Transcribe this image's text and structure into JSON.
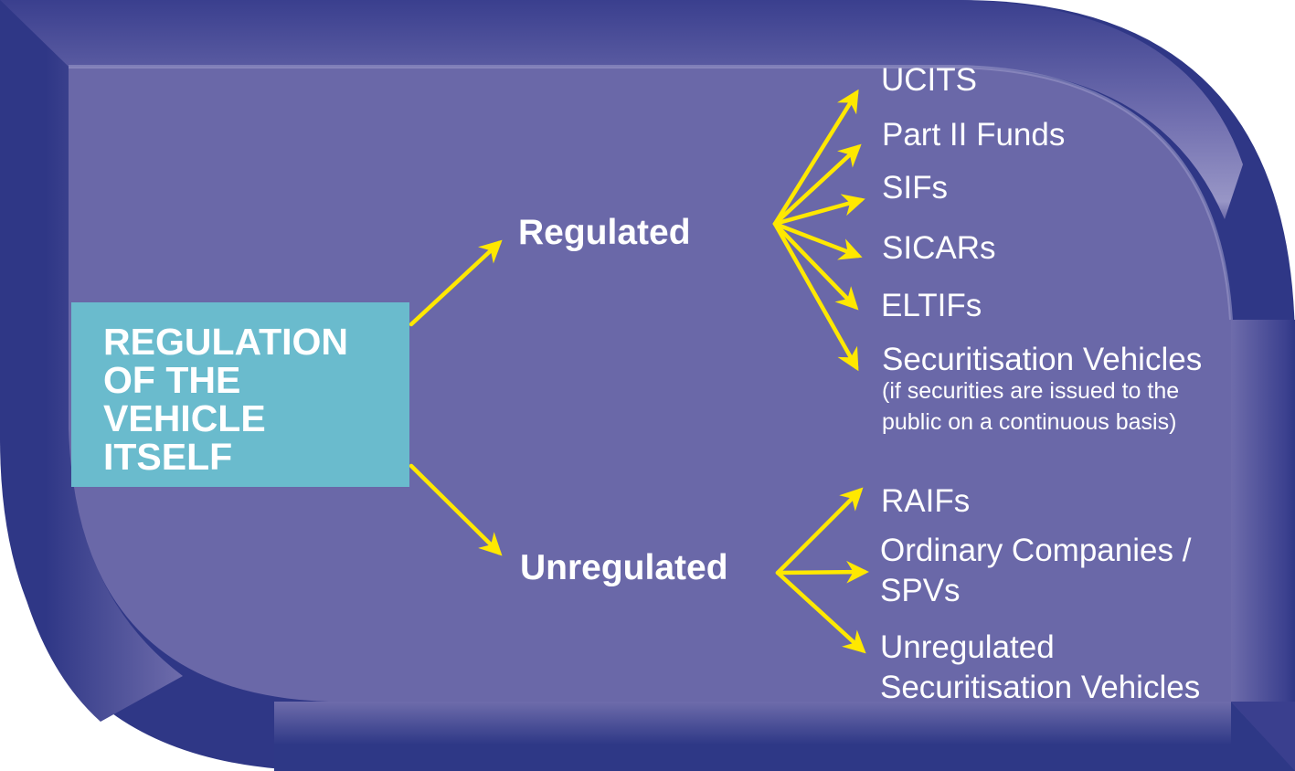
{
  "colors": {
    "outer_frame": "#2f3786",
    "panel": "#6a68a8",
    "bevel_highlight": "#9a98c8",
    "root_box": "#6abbcd",
    "arrow": "#ffe800",
    "text": "#ffffff"
  },
  "root": {
    "title": "REGULATION\nOF THE\nVEHICLE\nITSELF"
  },
  "branches": [
    {
      "label": "Regulated",
      "items": [
        {
          "label": "UCITS"
        },
        {
          "label": "Part II Funds"
        },
        {
          "label": "SIFs"
        },
        {
          "label": "SICARs"
        },
        {
          "label": "ELTIFs"
        },
        {
          "label": "Securitisation Vehicles",
          "note_line1": "(if securities are issued to the",
          "note_line2": "public on a continuous basis)"
        }
      ]
    },
    {
      "label": "Unregulated",
      "items": [
        {
          "label": "RAIFs"
        },
        {
          "label": "Ordinary Companies /",
          "label_line2": "SPVs"
        },
        {
          "label": "Unregulated",
          "label_line2": "Securitisation Vehicles"
        }
      ]
    }
  ]
}
